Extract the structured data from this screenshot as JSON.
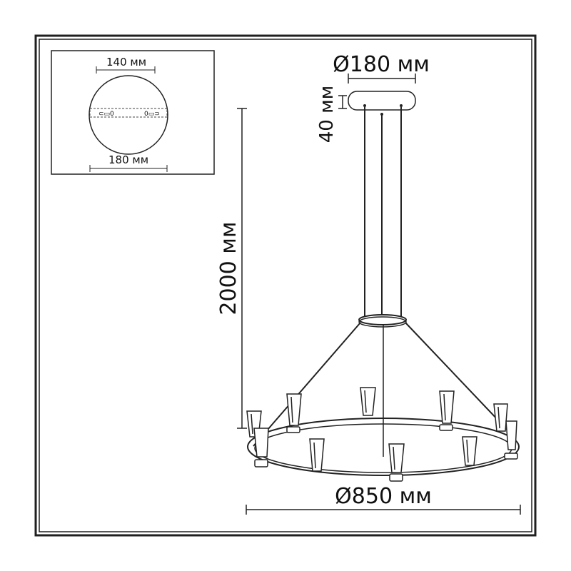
{
  "canopy": {
    "diameter_label": "Ø180 мм",
    "height_label": "40 мм"
  },
  "suspension": {
    "length_label": "2000 мм"
  },
  "ring": {
    "diameter_label": "Ø850 мм"
  },
  "inset": {
    "top_label": "140 мм",
    "bottom_label": "180 мм"
  },
  "colors": {
    "frame": "#1f1f1f",
    "line": "#222222"
  }
}
